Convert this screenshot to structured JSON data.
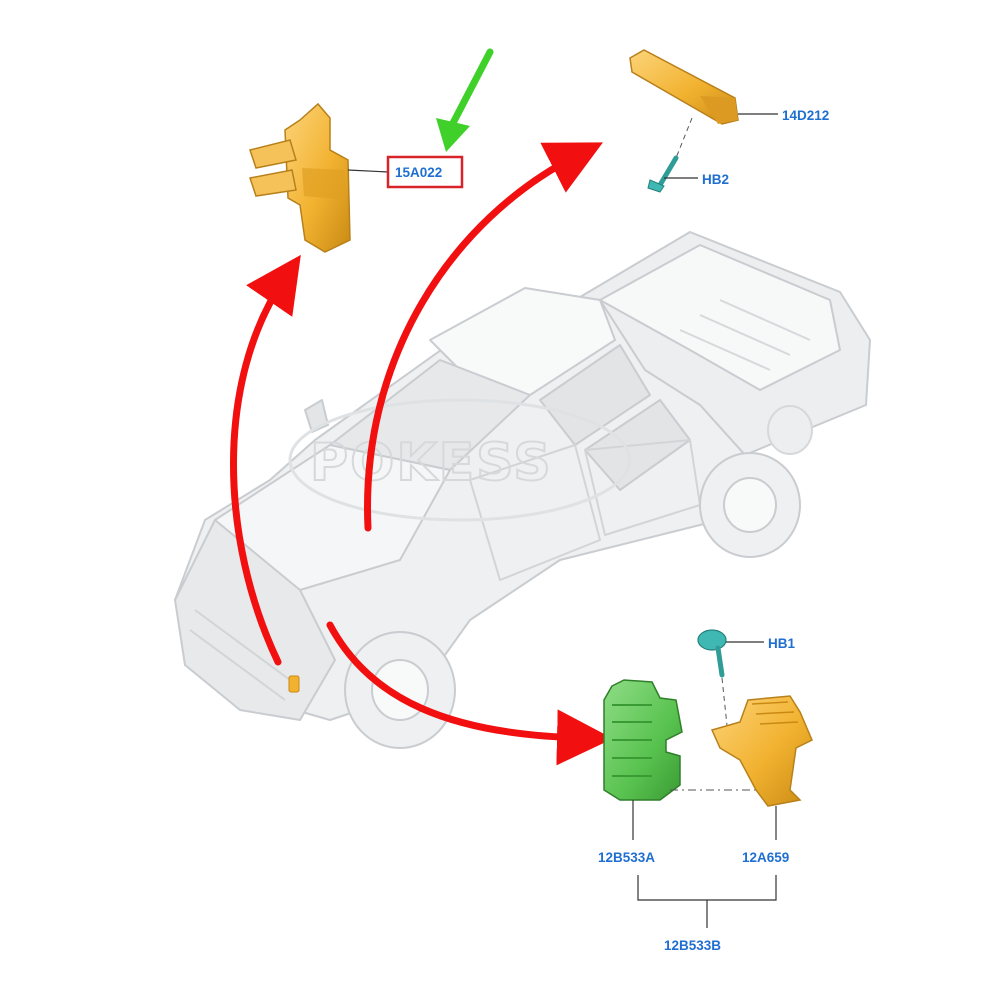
{
  "watermark": "POKESS",
  "callouts": {
    "highlighted_part": "15A022",
    "tcm_bracket": "14D212",
    "bolt_top": "HB2",
    "bolt_bottom": "HB1",
    "module_green": "12B533A",
    "module_bracket": "12A659",
    "module_assembly": "12B533B"
  },
  "colors": {
    "label_text": "#1f6fd1",
    "highlight_box": "#d9232a",
    "pointer_arrow": "#3fd12a",
    "location_arrow": "#f20f0f",
    "part_orange": "#f2b230",
    "part_green": "#58c24f",
    "fastener_teal": "#3fb8b3",
    "vehicle_ghost": "#d7d9db"
  }
}
